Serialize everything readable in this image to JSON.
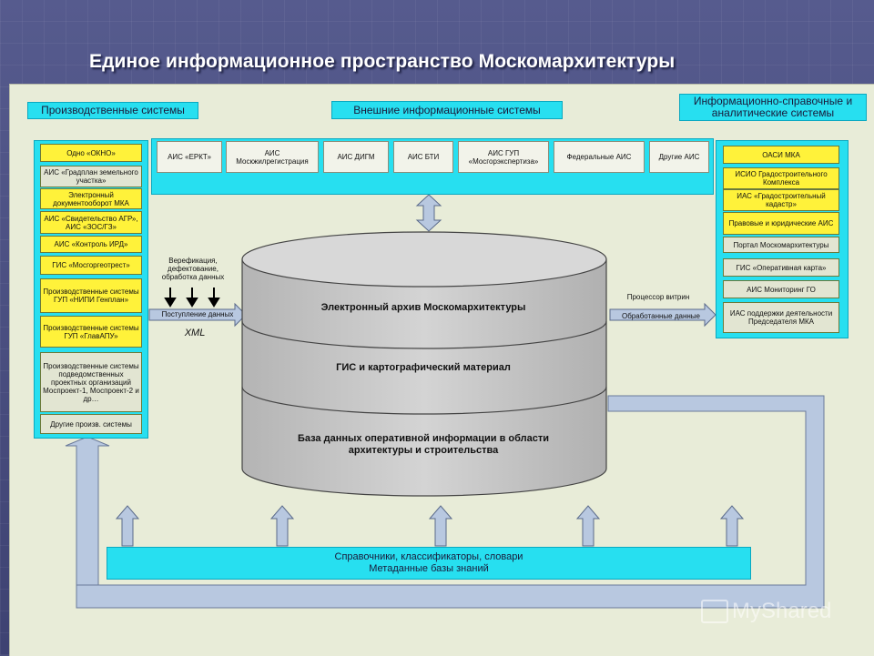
{
  "title": "Единое информационное пространство  Москомархитектуры",
  "headers": {
    "production": "Производственные системы",
    "external": "Внешние информационные системы",
    "info": "Информационно-справочные и аналитические системы"
  },
  "external_systems": [
    "АИС «ЕРКТ»",
    "АИС Москжилрегистрация",
    "АИС ДИГМ",
    "АИС БТИ",
    "АИС ГУП «Мосгорэкспертиза»",
    "Федеральные АИС",
    "Другие АИС"
  ],
  "production_systems": [
    "Одно «ОКНО»",
    "АИС «Градплан земельного участка»",
    "Электронный документооборот МКА",
    "АИС «Свидетельство АГР», АИС «ЗОС/ГЗ»",
    "АИС «Контроль ИРД»",
    "ГИС «Мосгоргеотрест»",
    "Производственные системы ГУП «НИПИ Генплан»",
    "Производственные системы ГУП «ГлавАПУ»",
    "Производственные системы подведомственных проектных организаций Моспроект-1, Моспроект-2 и др…",
    "Другие произв. системы"
  ],
  "info_systems": [
    "ОАСИ МКА",
    "ИСИО Градостроительного Комплекса",
    "ИАС «Градостроительный кадастр»",
    "Правовые и юридические АИС",
    "Портал Москомархитектуры",
    "ГИС «Оперативная карта»",
    "АИС Мониторинг ГО",
    "ИАС поддержки деятельности Председателя МКА"
  ],
  "labels": {
    "verification": "Верефикация, дефектование, обработка данных",
    "incoming": "Поступление данных",
    "xml": "XML",
    "processor": "Процессор витрин",
    "processed": "Обработанные данные"
  },
  "cylinder": {
    "layer1": "Электронный архив Москомархитектуры",
    "layer2": "ГИС и картографический материал",
    "layer3": "База данных оперативной информации в области архитектуры и строительства"
  },
  "bottom": {
    "line1": "Справочники, классификаторы, словари",
    "line2": "Метаданные базы знаний"
  },
  "watermark": "MyShared",
  "colors": {
    "cyan": "#27dff0",
    "yellow": "#fff23a",
    "panel": "#e8ecd8",
    "arrow": "#b8c8e0"
  }
}
